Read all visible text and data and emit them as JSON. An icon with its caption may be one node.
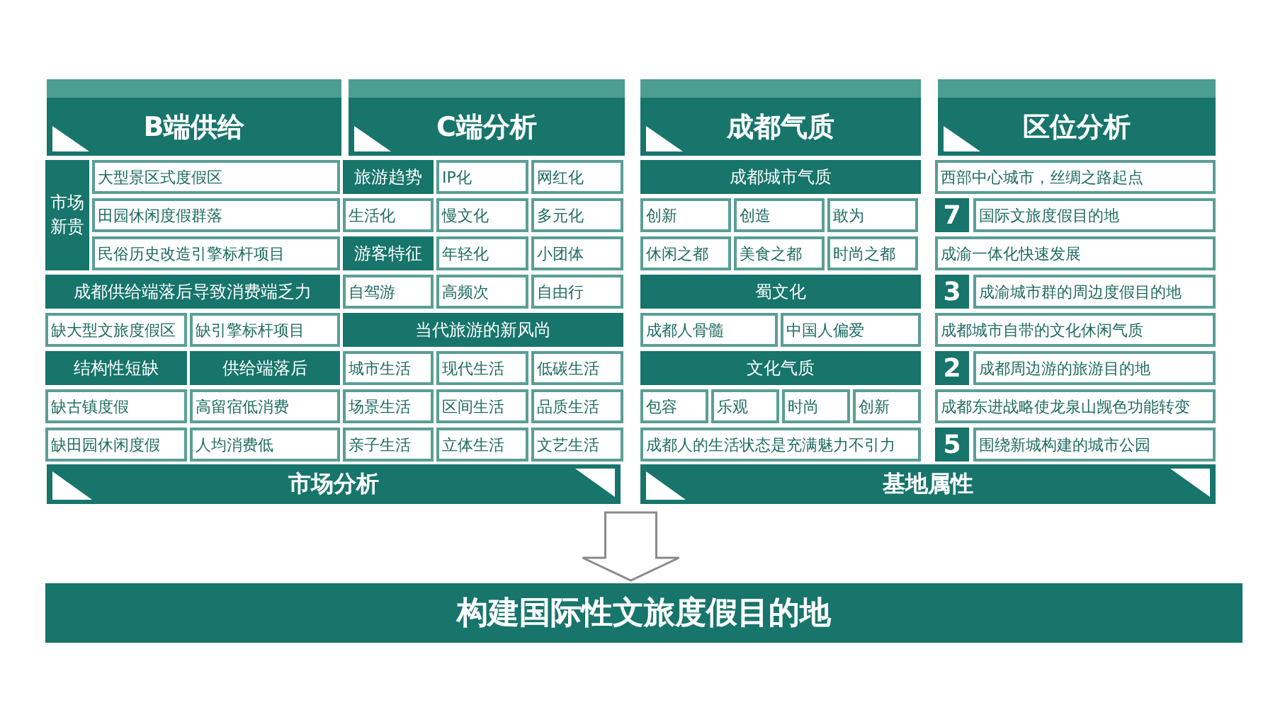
{
  "diagram": {
    "nodes": [
      {
        "text": [
          "B端供给"
        ]
      },
      {
        "text": [
          "市场新贵"
        ]
      },
      {
        "text": [
          "大型景区式度假区"
        ]
      },
      {
        "text": [
          "田园休闲度假群落"
        ]
      },
      {
        "text": [
          "民俗历史改造引擎标杆项目"
        ]
      },
      {
        "text": [
          "成都供给端落后导致消费端乏力"
        ]
      },
      {
        "text": [
          "缺大型文旅度假区"
        ]
      },
      {
        "text": [
          "缺引擎标杆项目"
        ]
      },
      {
        "text": [
          "结构性短缺"
        ]
      },
      {
        "text": [
          "供给端落后"
        ]
      },
      {
        "text": [
          "缺古镇度假"
        ]
      },
      {
        "text": [
          "高留宿低消费"
        ]
      },
      {
        "text": [
          "缺田园休闲度假"
        ]
      },
      {
        "text": [
          "人均消费低"
        ]
      },
      {
        "text": [
          "C端分析"
        ]
      },
      {
        "text": [
          "旅游趋势"
        ]
      },
      {
        "text": [
          "IP化"
        ]
      },
      {
        "text": [
          "网红化"
        ]
      },
      {
        "text": [
          "生活化"
        ]
      },
      {
        "text": [
          "慢文化"
        ]
      },
      {
        "text": [
          "多元化"
        ]
      },
      {
        "text": [
          "游客特征"
        ]
      },
      {
        "text": [
          "年轻化"
        ]
      },
      {
        "text": [
          "小团体"
        ]
      },
      {
        "text": [
          "自驾游"
        ]
      },
      {
        "text": [
          "高频次"
        ]
      },
      {
        "text": [
          "自由行"
        ]
      },
      {
        "text": [
          "当代旅游的新风尚"
        ]
      },
      {
        "text": [
          "城市生活"
        ]
      },
      {
        "text": [
          "现代生活"
        ]
      },
      {
        "text": [
          "低碳生活"
        ]
      },
      {
        "text": [
          "场景生活"
        ]
      },
      {
        "text": [
          "区间生活"
        ]
      },
      {
        "text": [
          "品质生活"
        ]
      },
      {
        "text": [
          "亲子生活"
        ]
      },
      {
        "text": [
          "立体生活"
        ]
      },
      {
        "text": [
          "文艺生活"
        ]
      },
      {
        "text": [
          "成都气质"
        ]
      },
      {
        "text": [
          "成都城市气质"
        ]
      },
      {
        "text": [
          "创新"
        ]
      },
      {
        "text": [
          "创造"
        ]
      },
      {
        "text": [
          "敢为"
        ]
      },
      {
        "text": [
          "休闲之都"
        ]
      },
      {
        "text": [
          "美食之都"
        ]
      },
      {
        "text": [
          "时尚之都"
        ]
      },
      {
        "text": [
          "蜀文化"
        ]
      },
      {
        "text": [
          "成都人骨髓"
        ]
      },
      {
        "text": [
          "中国人偏爱"
        ]
      },
      {
        "text": [
          "文化气质"
        ]
      },
      {
        "text": [
          "包容"
        ]
      },
      {
        "text": [
          "乐观"
        ]
      },
      {
        "text": [
          "时尚"
        ]
      },
      {
        "text": [
          "创新"
        ]
      },
      {
        "text": [
          "成都人的生活状态是充满魅力不引力"
        ]
      },
      {
        "text": [
          "区位分析"
        ]
      },
      {
        "text": [
          "西部中心城市，丝绸之路起点"
        ]
      },
      {
        "text": [
          "7"
        ]
      },
      {
        "text": [
          "国际文旅度假目的地"
        ]
      },
      {
        "text": [
          "成渝一体化快速发展"
        ]
      },
      {
        "text": [
          "3"
        ]
      },
      {
        "text": [
          "成渝城市群的周边度假目的地"
        ]
      },
      {
        "text": [
          "成都城市自带的文化休闲气质"
        ]
      },
      {
        "text": [
          "2"
        ]
      },
      {
        "text": [
          "成都周边游的旅游目的地"
        ]
      },
      {
        "text": [
          "成都东进战略使龙泉山觊色功能转变"
        ]
      },
      {
        "text": [
          "5"
        ]
      },
      {
        "text": [
          "围绕新城构建的城市公园"
        ]
      },
      {
        "text": [
          "市场分析"
        ]
      },
      {
        "text": [
          "基地属性"
        ]
      },
      {
        "text": [
          "构建国际性文旅度假目的地"
        ]
      }
    ],
    "edges": [
      {
        "from": 67,
        "to": 69,
        "arrow": "to"
      },
      {
        "from": 68,
        "to": 69,
        "arrow": "to"
      }
    ]
  }
}
